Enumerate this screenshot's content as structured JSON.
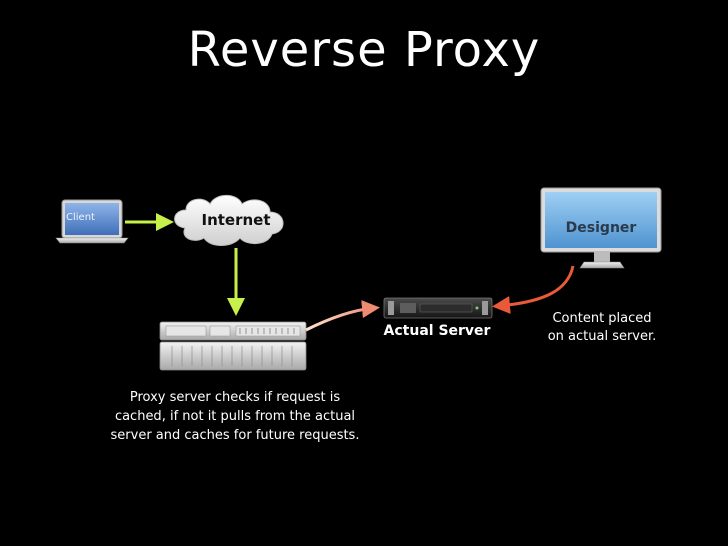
{
  "title": "Reverse Proxy",
  "nodes": {
    "client": "Client",
    "internet": "Internet",
    "designer": "Designer",
    "actual_server": "Actual Server"
  },
  "captions": {
    "designer": [
      "Content placed",
      "on actual server."
    ],
    "proxy": [
      "Proxy server checks if request is",
      "cached, if not it pulls from the actual",
      "server and caches for future requests."
    ]
  },
  "colors": {
    "background": "#000000",
    "green_arrow": "#c8f04a",
    "red_arrow": "#e85a3a",
    "salmon_arrow": "#f0a08a"
  },
  "icons": {
    "client": "laptop-icon",
    "internet": "cloud-icon",
    "proxy": "server-rack-icon",
    "actual_server": "rack-server-icon",
    "designer": "monitor-icon"
  }
}
